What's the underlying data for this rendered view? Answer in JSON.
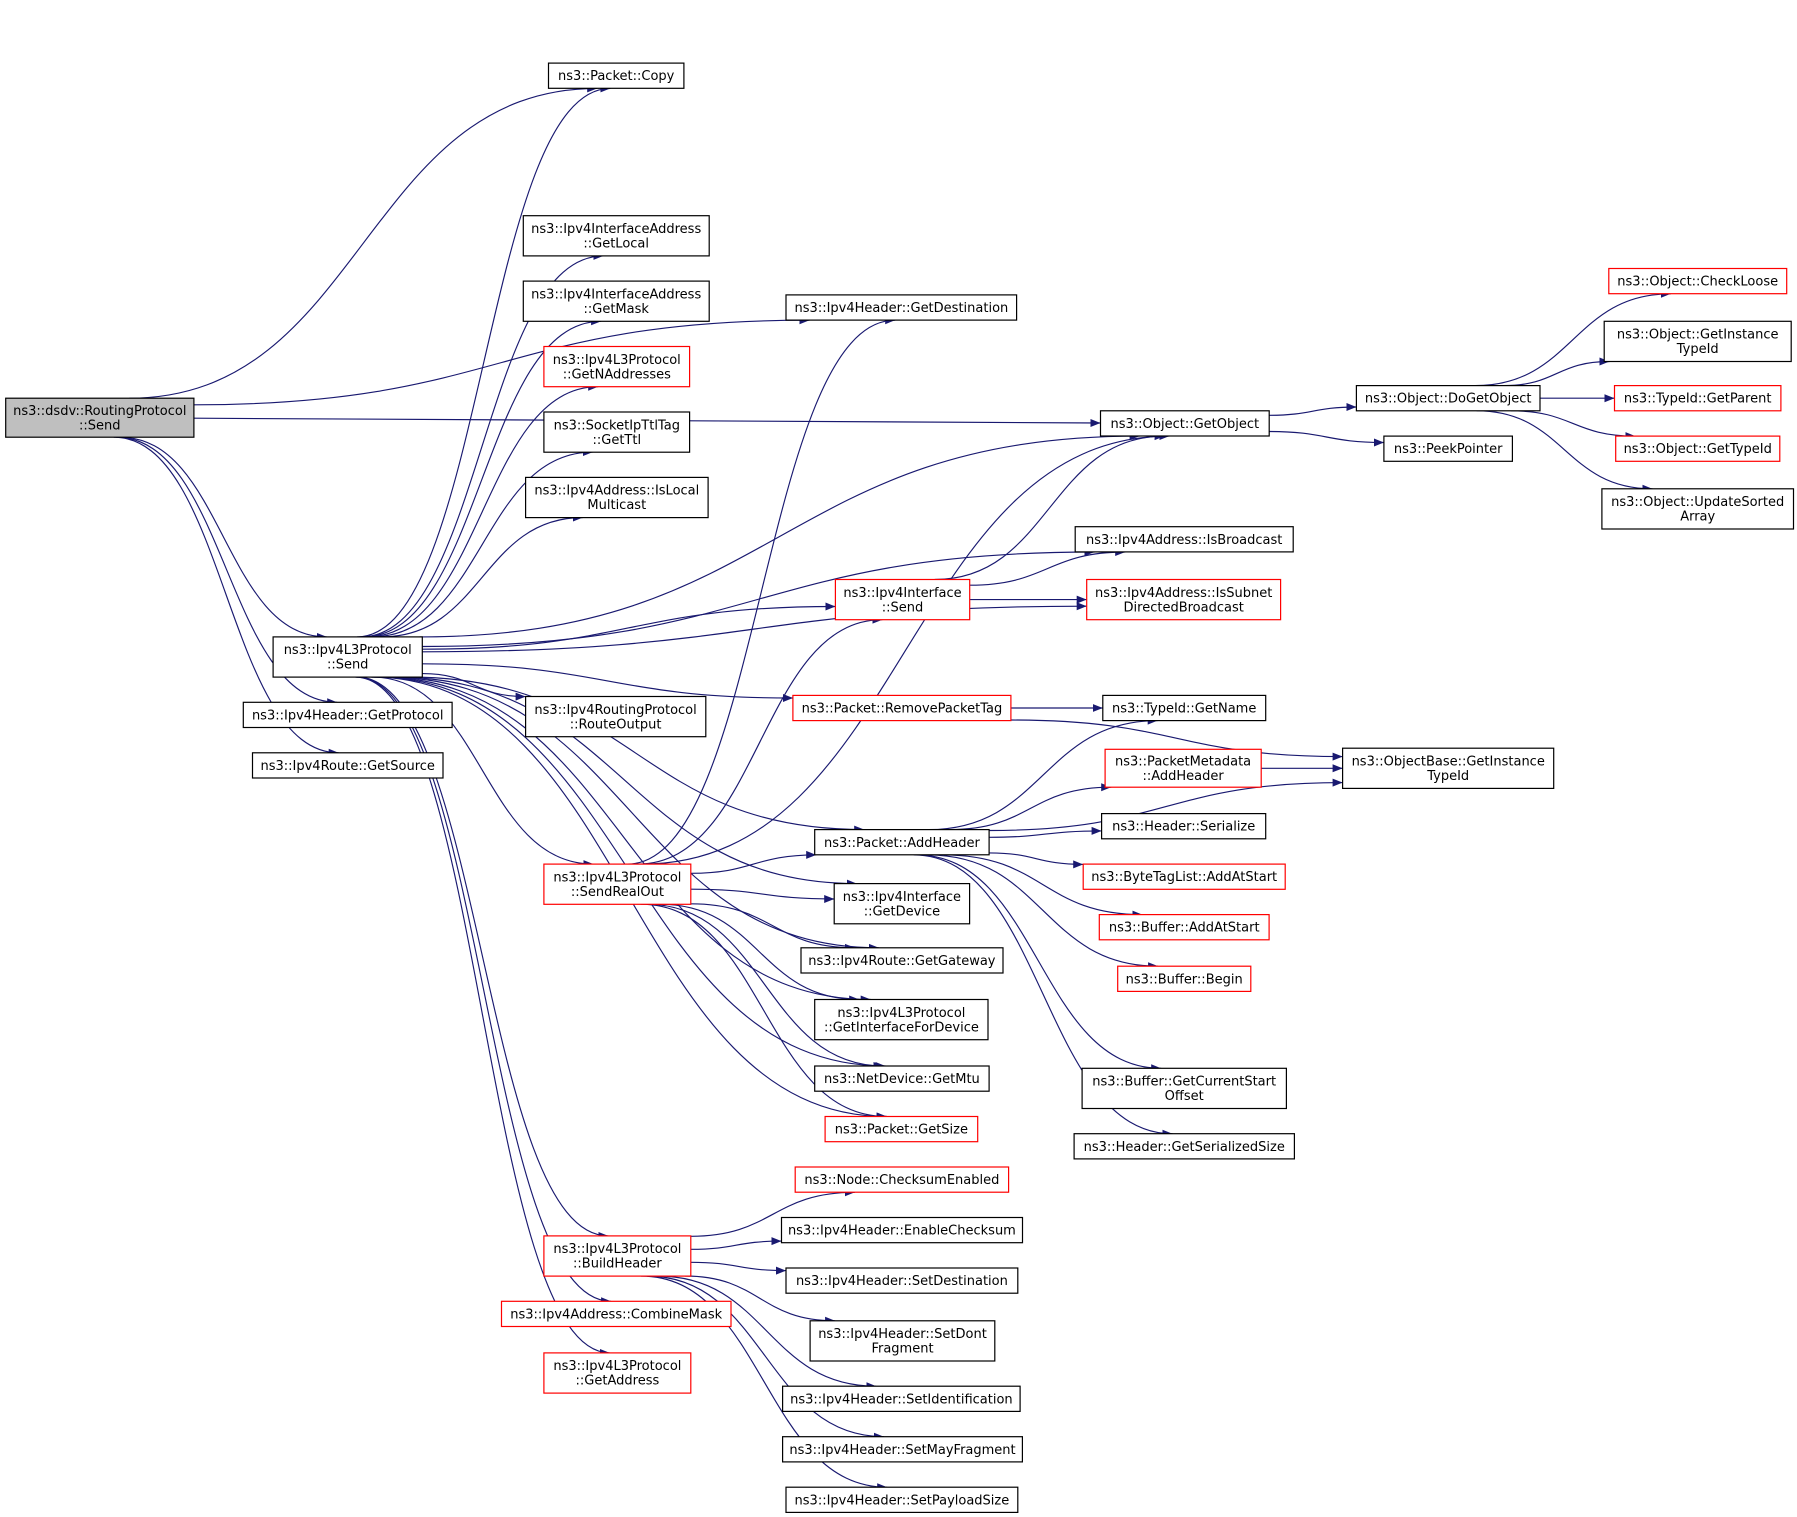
{
  "colors": {
    "edge": "#191970",
    "node_border_normal": "#000000",
    "node_border_truncated": "#ff0000",
    "root_fill": "#bfbfbf",
    "node_fill": "#ffffff"
  },
  "nodes": [
    {
      "id": "root",
      "lines": [
        "ns3::dsdv::RoutingProtocol",
        "::Send"
      ],
      "style": "root"
    },
    {
      "id": "copy",
      "lines": [
        "ns3::Packet::Copy"
      ],
      "style": "normal"
    },
    {
      "id": "getlocal",
      "lines": [
        "ns3::Ipv4InterfaceAddress",
        "::GetLocal"
      ],
      "style": "normal"
    },
    {
      "id": "getmask",
      "lines": [
        "ns3::Ipv4InterfaceAddress",
        "::GetMask"
      ],
      "style": "normal"
    },
    {
      "id": "getnaddr",
      "lines": [
        "ns3::Ipv4L3Protocol",
        "::GetNAddresses"
      ],
      "style": "truncated"
    },
    {
      "id": "getttl",
      "lines": [
        "ns3::SocketIpTtlTag",
        "::GetTtl"
      ],
      "style": "normal"
    },
    {
      "id": "islocalmc",
      "lines": [
        "ns3::Ipv4Address::IsLocal",
        "Multicast"
      ],
      "style": "normal"
    },
    {
      "id": "l3send",
      "lines": [
        "ns3::Ipv4L3Protocol",
        "::Send"
      ],
      "style": "normal"
    },
    {
      "id": "getproto",
      "lines": [
        "ns3::Ipv4Header::GetProtocol"
      ],
      "style": "normal"
    },
    {
      "id": "getsource",
      "lines": [
        "ns3::Ipv4Route::GetSource"
      ],
      "style": "normal"
    },
    {
      "id": "routeout",
      "lines": [
        "ns3::Ipv4RoutingProtocol",
        "::RouteOutput"
      ],
      "style": "normal"
    },
    {
      "id": "getdest",
      "lines": [
        "ns3::Ipv4Header::GetDestination"
      ],
      "style": "normal"
    },
    {
      "id": "ifsend",
      "lines": [
        "ns3::Ipv4Interface",
        "::Send"
      ],
      "style": "truncated"
    },
    {
      "id": "removetag",
      "lines": [
        "ns3::Packet::RemovePacketTag"
      ],
      "style": "truncated"
    },
    {
      "id": "addheader",
      "lines": [
        "ns3::Packet::AddHeader"
      ],
      "style": "normal"
    },
    {
      "id": "sendrealout",
      "lines": [
        "ns3::Ipv4L3Protocol",
        "::SendRealOut"
      ],
      "style": "truncated"
    },
    {
      "id": "ifgetdevice",
      "lines": [
        "ns3::Ipv4Interface",
        "::GetDevice"
      ],
      "style": "normal"
    },
    {
      "id": "getgateway",
      "lines": [
        "ns3::Ipv4Route::GetGateway"
      ],
      "style": "normal"
    },
    {
      "id": "getiffordev",
      "lines": [
        "ns3::Ipv4L3Protocol",
        "::GetInterfaceForDevice"
      ],
      "style": "normal"
    },
    {
      "id": "getmtu",
      "lines": [
        "ns3::NetDevice::GetMtu"
      ],
      "style": "normal"
    },
    {
      "id": "getsize",
      "lines": [
        "ns3::Packet::GetSize"
      ],
      "style": "truncated"
    },
    {
      "id": "checksumen",
      "lines": [
        "ns3::Node::ChecksumEnabled"
      ],
      "style": "truncated"
    },
    {
      "id": "buildheader",
      "lines": [
        "ns3::Ipv4L3Protocol",
        "::BuildHeader"
      ],
      "style": "truncated"
    },
    {
      "id": "enablecs",
      "lines": [
        "ns3::Ipv4Header::EnableChecksum"
      ],
      "style": "normal"
    },
    {
      "id": "setdest",
      "lines": [
        "ns3::Ipv4Header::SetDestination"
      ],
      "style": "normal"
    },
    {
      "id": "combinemask",
      "lines": [
        "ns3::Ipv4Address::CombineMask"
      ],
      "style": "truncated"
    },
    {
      "id": "setdontfrag",
      "lines": [
        "ns3::Ipv4Header::SetDont",
        "Fragment"
      ],
      "style": "normal"
    },
    {
      "id": "getaddress",
      "lines": [
        "ns3::Ipv4L3Protocol",
        "::GetAddress"
      ],
      "style": "truncated"
    },
    {
      "id": "setident",
      "lines": [
        "ns3::Ipv4Header::SetIdentification"
      ],
      "style": "normal"
    },
    {
      "id": "setmayfrag",
      "lines": [
        "ns3::Ipv4Header::SetMayFragment"
      ],
      "style": "normal"
    },
    {
      "id": "setpayload",
      "lines": [
        "ns3::Ipv4Header::SetPayloadSize"
      ],
      "style": "normal"
    },
    {
      "id": "getobject",
      "lines": [
        "ns3::Object::GetObject"
      ],
      "style": "normal"
    },
    {
      "id": "isbroadcast",
      "lines": [
        "ns3::Ipv4Address::IsBroadcast"
      ],
      "style": "normal"
    },
    {
      "id": "issubnet",
      "lines": [
        "ns3::Ipv4Address::IsSubnet",
        "DirectedBroadcast"
      ],
      "style": "truncated"
    },
    {
      "id": "getname",
      "lines": [
        "ns3::TypeId::GetName"
      ],
      "style": "normal"
    },
    {
      "id": "pmaddheader",
      "lines": [
        "ns3::PacketMetadata",
        "::AddHeader"
      ],
      "style": "truncated"
    },
    {
      "id": "serialize",
      "lines": [
        "ns3::Header::Serialize"
      ],
      "style": "normal"
    },
    {
      "id": "btladdstart",
      "lines": [
        "ns3::ByteTagList::AddAtStart"
      ],
      "style": "truncated"
    },
    {
      "id": "bufaddstart",
      "lines": [
        "ns3::Buffer::AddAtStart"
      ],
      "style": "truncated"
    },
    {
      "id": "bufbegin",
      "lines": [
        "ns3::Buffer::Begin"
      ],
      "style": "truncated"
    },
    {
      "id": "bufcurstart",
      "lines": [
        "ns3::Buffer::GetCurrentStart",
        "Offset"
      ],
      "style": "normal"
    },
    {
      "id": "getsersize",
      "lines": [
        "ns3::Header::GetSerializedSize"
      ],
      "style": "normal"
    },
    {
      "id": "dogetobject",
      "lines": [
        "ns3::Object::DoGetObject"
      ],
      "style": "normal"
    },
    {
      "id": "peekpointer",
      "lines": [
        "ns3::PeekPointer"
      ],
      "style": "normal"
    },
    {
      "id": "objbasetypeid",
      "lines": [
        "ns3::ObjectBase::GetInstance",
        "TypeId"
      ],
      "style": "normal"
    },
    {
      "id": "checkloose",
      "lines": [
        "ns3::Object::CheckLoose"
      ],
      "style": "truncated"
    },
    {
      "id": "objinsttypeid",
      "lines": [
        "ns3::Object::GetInstance",
        "TypeId"
      ],
      "style": "normal"
    },
    {
      "id": "getparent",
      "lines": [
        "ns3::TypeId::GetParent"
      ],
      "style": "truncated"
    },
    {
      "id": "gettypeid",
      "lines": [
        "ns3::Object::GetTypeId"
      ],
      "style": "truncated"
    },
    {
      "id": "updatesorted",
      "lines": [
        "ns3::Object::UpdateSorted",
        "Array"
      ],
      "style": "normal"
    }
  ],
  "edges": [
    [
      "root",
      "getobject"
    ],
    [
      "root",
      "copy"
    ],
    [
      "root",
      "getdest"
    ],
    [
      "root",
      "l3send"
    ],
    [
      "root",
      "getproto"
    ],
    [
      "root",
      "getsource"
    ],
    [
      "l3send",
      "copy"
    ],
    [
      "l3send",
      "getlocal"
    ],
    [
      "l3send",
      "getmask"
    ],
    [
      "l3send",
      "getnaddr"
    ],
    [
      "l3send",
      "getttl"
    ],
    [
      "l3send",
      "islocalmc"
    ],
    [
      "l3send",
      "getobject"
    ],
    [
      "l3send",
      "isbroadcast"
    ],
    [
      "l3send",
      "ifsend"
    ],
    [
      "l3send",
      "issubnet"
    ],
    [
      "l3send",
      "routeout"
    ],
    [
      "l3send",
      "removetag"
    ],
    [
      "l3send",
      "addheader"
    ],
    [
      "l3send",
      "sendrealout"
    ],
    [
      "l3send",
      "ifgetdevice"
    ],
    [
      "l3send",
      "getgateway"
    ],
    [
      "l3send",
      "getiffordev"
    ],
    [
      "l3send",
      "getmtu"
    ],
    [
      "l3send",
      "getsize"
    ],
    [
      "l3send",
      "buildheader"
    ],
    [
      "l3send",
      "combinemask"
    ],
    [
      "l3send",
      "getaddress"
    ],
    [
      "sendrealout",
      "getdest"
    ],
    [
      "sendrealout",
      "getobject"
    ],
    [
      "sendrealout",
      "ifsend"
    ],
    [
      "sendrealout",
      "addheader"
    ],
    [
      "sendrealout",
      "ifgetdevice"
    ],
    [
      "sendrealout",
      "getgateway"
    ],
    [
      "sendrealout",
      "getiffordev"
    ],
    [
      "sendrealout",
      "getmtu"
    ],
    [
      "sendrealout",
      "getsize"
    ],
    [
      "ifsend",
      "getobject"
    ],
    [
      "ifsend",
      "isbroadcast"
    ],
    [
      "ifsend",
      "issubnet"
    ],
    [
      "removetag",
      "getname"
    ],
    [
      "removetag",
      "objbasetypeid"
    ],
    [
      "addheader",
      "getname"
    ],
    [
      "addheader",
      "pmaddheader"
    ],
    [
      "addheader",
      "serialize"
    ],
    [
      "addheader",
      "btladdstart"
    ],
    [
      "addheader",
      "bufaddstart"
    ],
    [
      "addheader",
      "bufbegin"
    ],
    [
      "addheader",
      "objbasetypeid"
    ],
    [
      "addheader",
      "bufcurstart"
    ],
    [
      "addheader",
      "getsersize"
    ],
    [
      "pmaddheader",
      "objbasetypeid"
    ],
    [
      "buildheader",
      "checksumen"
    ],
    [
      "buildheader",
      "enablecs"
    ],
    [
      "buildheader",
      "setdest"
    ],
    [
      "buildheader",
      "setdontfrag"
    ],
    [
      "buildheader",
      "setident"
    ],
    [
      "buildheader",
      "setmayfrag"
    ],
    [
      "buildheader",
      "setpayload"
    ],
    [
      "getobject",
      "dogetobject"
    ],
    [
      "getobject",
      "peekpointer"
    ],
    [
      "dogetobject",
      "checkloose"
    ],
    [
      "dogetobject",
      "objinsttypeid"
    ],
    [
      "dogetobject",
      "getparent"
    ],
    [
      "dogetobject",
      "gettypeid"
    ],
    [
      "dogetobject",
      "updatesorted"
    ]
  ]
}
